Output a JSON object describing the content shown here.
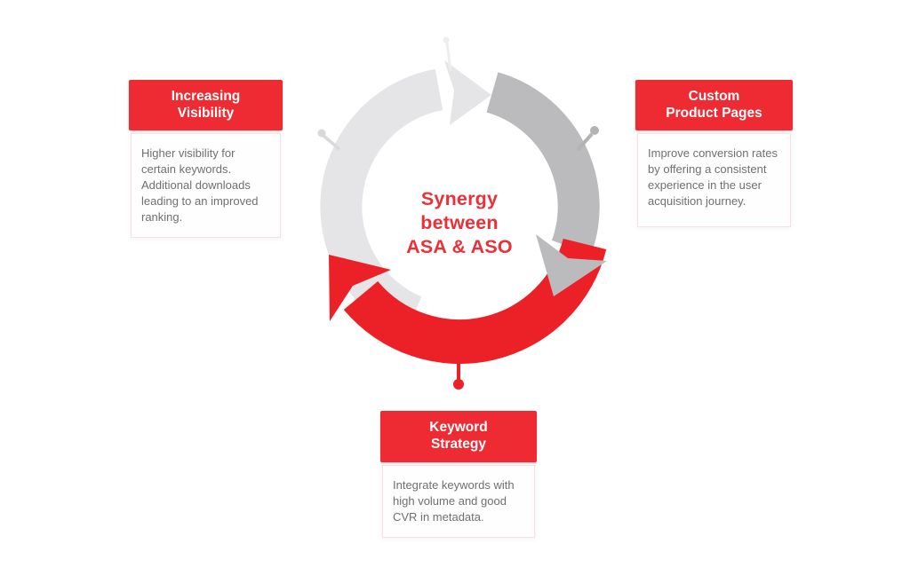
{
  "center_label": {
    "line1": "Synergy",
    "line2": "between",
    "line3": "ASA & ASO"
  },
  "cards": {
    "increasing_visibility": {
      "title_line1": "Increasing",
      "title_line2": "Visibility",
      "body": "Higher visibility for certain keywords. Additional downloads leading to an improved ranking."
    },
    "custom_product_pages": {
      "title_line1": "Custom",
      "title_line2": "Product Pages",
      "body": "Improve conversion rates by offering a consistent experience in the user acquisition journey."
    },
    "keyword_strategy": {
      "title_line1": "Keyword",
      "title_line2": "Strategy",
      "body": "Integrate keywords with high volume and good CVR in metadata."
    }
  },
  "colors": {
    "header_red": "#EE2A33",
    "center_text_red": "#ED2F37",
    "arrow_red": "#EC2127",
    "arrow_light_gray": "#E5E4E6",
    "arrow_dark_gray": "#BBBABD",
    "pin_light_gray": "#D9D8DA",
    "pin_dark_gray": "#B3B3B5",
    "pin_faint_gray": "#EDEDEF",
    "body_text_gray": "#6F6F71",
    "card_border": "#F2E2E2"
  }
}
